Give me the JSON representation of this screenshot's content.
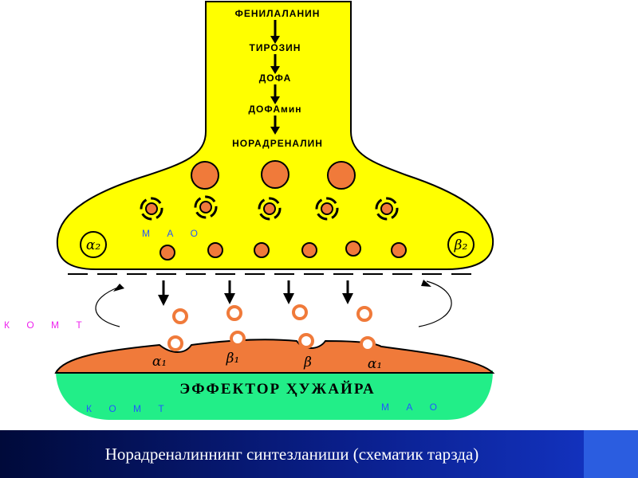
{
  "pathway": {
    "steps": [
      "ФЕНИЛАЛАНИН",
      "ТИРОЗИН",
      "ДОФА",
      "ДОФАмин",
      "НОРАДРЕНАЛИН"
    ]
  },
  "receptors": {
    "presynaptic_left": "α₂",
    "presynaptic_right": "β₂",
    "postsynaptic": [
      "α₁",
      "β₁",
      "β",
      "α₁"
    ]
  },
  "enzymes": {
    "mao_top": "М А О",
    "comt_left": "К О М Т",
    "comt_bottom": "К О М Т",
    "mao_bottom": "М А О"
  },
  "effector_cell": "ЭФФЕКТОР ҲУЖАЙРА",
  "caption": "Норадреналиннинг синтезланиши (схематик тарзда)",
  "colors": {
    "neuron": "#ffff00",
    "vesicle": "#f07a3a",
    "effector_membrane": "#f07a3a",
    "effector_cell": "#22ee88",
    "enzyme_blue": "#2255ff",
    "enzyme_pink": "#ee22ee"
  },
  "icons": [
    "arrow-down-icon",
    "vesicle-icon",
    "circular-arrow-icon"
  ]
}
